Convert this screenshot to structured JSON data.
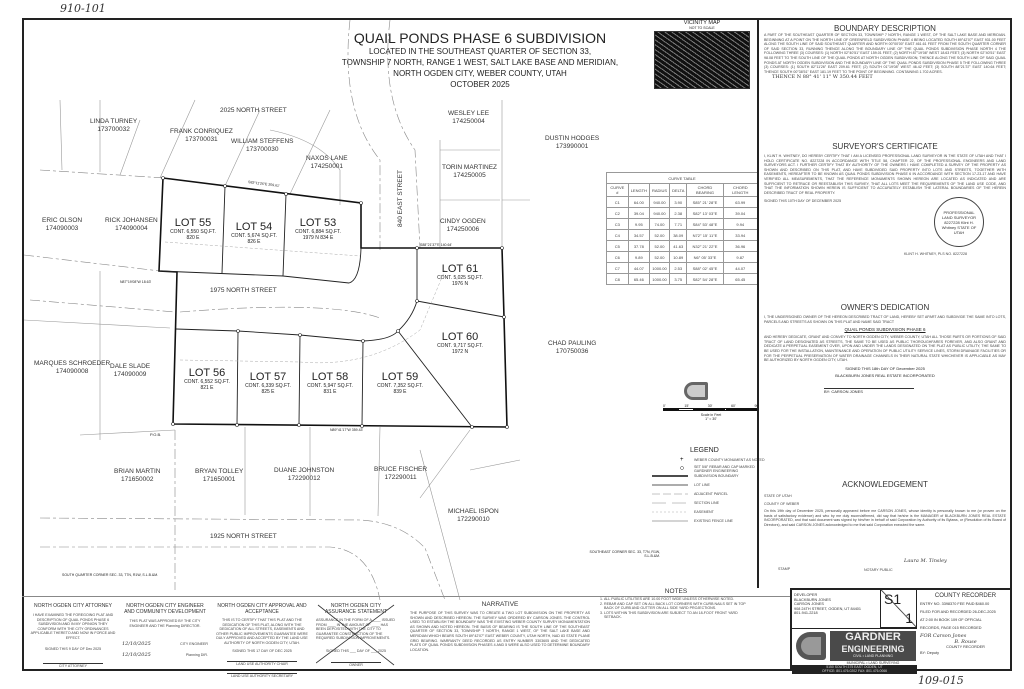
{
  "corner_note": "910-101",
  "sheet_note": "109-015",
  "title": {
    "main": "QUAIL PONDS PHASE 6 SUBDIVISION",
    "l1": "LOCATED IN THE SOUTHEAST QUARTER OF SECTION 33,",
    "l2": "TOWNSHIP 7 NORTH, RANGE 1 WEST, SALT LAKE BASE AND MERIDIAN,",
    "l3": "NORTH OGDEN CITY, WEBER COUNTY, UTAH",
    "date": "OCTOBER 2025"
  },
  "vicinity": {
    "title": "VICINITY MAP",
    "sub": "NOT TO SCALE"
  },
  "streets": {
    "s2025": "2025 NORTH STREET",
    "s1975": "1975 NORTH STREET",
    "s1925": "1925 NORTH STREET",
    "e840": "840 EAST STREET"
  },
  "neighbors": [
    {
      "name": "LINDA TURNEY",
      "id": "173700032"
    },
    {
      "name": "FRANK CONRIQUEZ",
      "id": "173700031"
    },
    {
      "name": "WILLIAM STEFFENS",
      "id": "173700030"
    },
    {
      "name": "NAXOS LANE",
      "id": "174250001"
    },
    {
      "name": "WESLEY LEE",
      "id": "174250004"
    },
    {
      "name": "DUSTIN HODGES",
      "id": "173990001"
    },
    {
      "name": "TORIN MARTINEZ",
      "id": "174250005"
    },
    {
      "name": "CINDY OGDEN",
      "id": "174250006"
    },
    {
      "name": "ERIC OLSON",
      "id": "174090003"
    },
    {
      "name": "RICK JOHANSEN",
      "id": "174090004"
    },
    {
      "name": "MARQUES SCHROEDER",
      "id": "174090008"
    },
    {
      "name": "DALE SLADE",
      "id": "174090009"
    },
    {
      "name": "CHAD PAULING",
      "id": "170750036"
    },
    {
      "name": "BRIAN MARTIN",
      "id": "171650002"
    },
    {
      "name": "BRYAN TOLLEY",
      "id": "171650001"
    },
    {
      "name": "DUANE JOHNSTON",
      "id": "172290012"
    },
    {
      "name": "BRUCE FISCHER",
      "id": "172290011"
    },
    {
      "name": "MICHAEL ISPON",
      "id": "172290010"
    }
  ],
  "lots": [
    {
      "label": "LOT 55",
      "area": "CONT. 6,550 SQ.FT.",
      "addr": "820 E"
    },
    {
      "label": "LOT 54",
      "area": "CONT. 5,674 SQ.FT.",
      "addr": "826 E"
    },
    {
      "label": "LOT 53",
      "area": "CONT. 6,884 SQ.FT.",
      "addr": "1979 N 834 E"
    },
    {
      "label": "LOT 61",
      "area": "CONT. 5,025 SQ.FT.",
      "addr": "1976 N"
    },
    {
      "label": "LOT 60",
      "area": "CONT. 9,717 SQ.FT.",
      "addr": "1972 N"
    },
    {
      "label": "LOT 56",
      "area": "CONT. 6,552 SQ.FT.",
      "addr": "821 E"
    },
    {
      "label": "LOT 57",
      "area": "CONT. 6,339 SQ.FT.",
      "addr": "825 E"
    },
    {
      "label": "LOT 58",
      "area": "CONT. 5,947 SQ.FT.",
      "addr": "831 E"
    },
    {
      "label": "LOT 59",
      "area": "CONT. 7,352 SQ.FT.",
      "addr": "839 E"
    }
  ],
  "bearings": {
    "top": "S82°11'26\"E 209.61'",
    "bottom": "N89°41'17\"W 359.43'",
    "cindy": "S88°21'37\"E 140.64'",
    "left": "N87°19'08\"W 18.63'",
    "pob": "P.O.B."
  },
  "corners": {
    "south_quarter": "SOUTH QUARTER CORNER SEC. 33, T7N, R1W, S.L.B.&M.",
    "southeast": "SOUTHEAST CORNER SEC. 33, T7N, R1W, S.L.B.&M."
  },
  "curve_table": {
    "title": "CURVE TABLE",
    "headers": [
      "CURVE #",
      "LENGTH",
      "RADIUS",
      "DELTA",
      "CHORD BEARING",
      "CHORD LENGTH"
    ],
    "rows": [
      [
        "C1",
        "64.00",
        "940.00",
        "3.90",
        "S85° 21' 28\"E",
        "63.99"
      ],
      [
        "C2",
        "39.04",
        "940.00",
        "2.38",
        "S82° 13' 03\"E",
        "39.04"
      ],
      [
        "C3",
        "9.95",
        "74.00",
        "7.71",
        "S84° 53' 48\"E",
        "9.94"
      ],
      [
        "C4",
        "34.57",
        "52.00",
        "38.09",
        "N72° 15' 11\"E",
        "33.94"
      ],
      [
        "C5",
        "37.78",
        "52.00",
        "41.63",
        "N32° 21' 22\"E",
        "36.96"
      ],
      [
        "C6",
        "9.89",
        "52.00",
        "10.89",
        "N6° 05' 33\"E",
        "9.87"
      ],
      [
        "C7",
        "44.07",
        "1000.00",
        "2.53",
        "S88° 02' 45\"E",
        "44.07"
      ],
      [
        "C8",
        "65.46",
        "1000.00",
        "3.75",
        "S82° 54' 28\"E",
        "65.45"
      ]
    ]
  },
  "scale": {
    "ticks": [
      "0'",
      "15'",
      "30'",
      "60'",
      "90'"
    ],
    "label": "Scale in Feet",
    "ratio": "1\" = 30'"
  },
  "legend": {
    "title": "LEGEND",
    "items": [
      "WEBER COUNTY MONUMENT AS NOTED",
      "SET 5/8\" REBAR AND CAP MARKED GARDNER ENGINEERING",
      "SUBDIVISION BOUNDARY",
      "LOT LINE",
      "ADJACENT PARCEL",
      "SECTION LINE",
      "EASEMENT",
      "EXISTING FENCE LINE"
    ]
  },
  "boundary": {
    "title": "BOUNDARY DESCRIPTION",
    "text": "A PART OF THE SOUTHEAST QUARTER OF SECTION 33, TOWNSHIP 7 NORTH, RANGE 1 WEST, OF THE SALT LAKE BASE AND MERIDIAN. BEGINNING AT A POINT ON THE NORTH LINE OF GREENFIELD SUBDIVISION PHASE 4 BEING LOCATED SOUTH 89°42'07\" EAST 931.00 FEET ALONG THE SOUTH LINE OF SAID SOUTHEAST QUARTER AND NORTH 00°00'00\" EAST 461.61 FEET FROM THE SOUTH QUARTER CORNER OF SAID SECTION 33, RUNNING THENCE ALONG THE BOUNDARY LINE OF THE QUAIL PONDS SUBDIVISION PHASE NORTH 4 THE FOLLOWING THREE (3) COURSES: (1) NORTH 02°40'51\" EAST 159.01 FEET; (2) NORTH 87°19'08\" WEST 18.63 FEET; (3) NORTH 02°40'51\" EAST 98.08 FEET TO THE SOUTH LINE OF THE QUAIL PONDS AT NORTH OGDEN SUBDIVISION; THENCE ALONG THE SOUTH LINE OF SAID QUAIL PONDS AT NORTH OGDEN SUBDIVISION AND THE BOUNDARY LINE OF THE QUAIL PONDS SUBDIVISION PHASE 5 THE FOLLOWING THREE (3) COURSES: (1) SOUTH 82°11'26\" EAST 209.61 FEET; (2) SOUTH 01°19'08\" WEST 46.42 FEET; (3) SOUTH 88°21'37\" EAST 140.64 FEET; THENCE SOUTH 00°38'51\" EAST 181.19 FEET TO THE POINT OF BEGINNING. CONTAINING 1.702 ACRES.",
    "handwritten": "THENCE N 88° 41' 11\" W 350.44 FEET"
  },
  "surveyor": {
    "title": "SURVEYOR'S CERTIFICATE",
    "text": "I, KLINT H. WHITNEY, DO HEREBY CERTIFY THAT I AM A LICENSED PROFESSIONAL LAND SURVEYOR IN THE STATE OF UTAH AND THAT I HOLD CERTIFICATE NO. 8227228 IN ACCORDANCE WITH TITLE 58, CHAPTER 22, OF THE PROFESSIONAL ENGINEERS AND LAND SURVEYORS ACT. I FURTHER CERTIFY THAT BY AUTHORITY OF THE OWNERS I HAVE COMPLETED A SURVEY OF THE PROPERTY AS SHOWN AND DESCRIBED ON THIS PLAT, AND HAVE SUBDIVIDED SAID PROPERTY INTO LOTS AND STREETS, TOGETHER WITH EASEMENTS, HEREAFTER TO BE KNOWN AS QUAIL PONDS SUBDIVISION PHASE 6 IN ACCORDANCE WITH SECTION 17-23-17 AND HAVE VERIFIED ALL MEASUREMENTS, THAT THE REFERENCE MONUMENTS SHOWN HEREON ARE LOCATED AS INDICATED AND ARE SUFFICIENT TO RETRACE OR REESTABLISH THIS SURVEY, THAT ALL LOTS MEET THE REQUIREMENTS OF THE LAND USE CODE, AND THAT THE INFORMATION SHOWN HEREIN IS SUFFICIENT TO ACCURATELY ESTABLISH THE LATERAL BOUNDARIES OF THE HEREIN DESCRIBED TRACT OF REAL PROPERTY.",
    "signed": "SIGNED THIS 10TH DAY OF DECEMBER 2025",
    "seal": "PROFESSIONAL LAND SURVEYOR 8227228 Klint H. Whitney STATE OF UTAH",
    "signer": "KLINT H. WHITNEY, PLS NO. 8227228"
  },
  "owner": {
    "title": "OWNER'S DEDICATION",
    "intro": "I, THE UNDERSIGNED OWNER OF THE HEREON DESCRIBED TRACT OF LAND, HEREBY SET APART AND SUBDIVIDE THE SAME INTO LOTS, PARCELS AND STREETS AS SHOWN ON THIS PLAT AND NAME SAID TRACT",
    "name": "QUAIL PONDS SUBDIVISION PHASE 6",
    "text": "AND HEREBY DEDICATE, GRANT AND CONVEY TO NORTH OGDEN CITY, WEBER COUNTY, UTAH ALL THOSE PARTS OR PORTIONS OF SAID TRACT OF LAND DESIGNATED AS STREETS, THE SAME TO BE USED AS PUBLIC THOROUGHFARES FOREVER, AND ALSO GRANT AND DEDICATE A PERPETUAL EASEMENT OVER, UPON AND UNDER THE LANDS DESIGNATED ON THE PLAT AS PUBLIC UTILITY, THE SAME TO BE USED FOR THE INSTALLATION, MAINTENANCE AND OPERATION OF PUBLIC UTILITY SERVICE LINES, STORM DRAINAGE FACILITIES OR FOR THE PERPETUAL PRESERVATION OF WATER DRAINAGE CHANNELS IN THEIR NATURAL STATE WHICHEVER IS APPLICABLE AS MAY BE AUTHORIZED BY NORTH OGDEN CITY, UTAH.",
    "signed": "SIGNED THIS 18th DAY OF December 2025",
    "company": "BLACKBURN JONES REAL ESTATE INCORPORATED",
    "by": "BY: CARSON JONES"
  },
  "ack": {
    "title": "ACKNOWLEDGEMENT",
    "state": "STATE OF UTAH",
    "county": "COUNTY OF WEBER",
    "text": "On this 19th day of December 2025, personally appeared before me CARSON JONES, whose identity is personally known to me (or proven on the basis of satisfactory evidence) and who by me duly sworn/affirmed, did say that he/she is the MANAGER of BLACKBURN JONES REAL ESTATE INCORPORATED, and that said document was signed by him/her in behalf of said Corporation by Authority of its Bylaws, or (Resolution of its Board of Directors), and said CARSON JONES acknowledged to me that said Corporation executed the same.",
    "stamp": "STAMP",
    "notary": "NOTARY PUBLIC",
    "notary_sig": "Laura M. Tinsley"
  },
  "developer": {
    "label": "DEVELOPER",
    "l1": "BLACKBURN JONES",
    "l2": "CARSON JONES",
    "l3": "908 24TH STREET, OGDEN, UT 84401",
    "l4": "801-941-2218"
  },
  "sheet": {
    "num": "S1",
    "of": "1"
  },
  "gardner": {
    "l1": "GARDNER",
    "l2": "ENGINEERING",
    "l3": "CIVIL • LAND PLANNING",
    "l4": "MUNICIPAL • LAND SURVEYING",
    "l5": "5150 SOUTH 375 EAST OGDEN, UT",
    "l6": "OFFICE: 801.476.0202 FAX: 801.476.0066"
  },
  "recorder": {
    "title": "COUNTY RECORDER",
    "entry": "ENTRY NO. 3398370 FEE PAID $460.00",
    "filed": "FILED FOR AND RECORDED 26-DEC-2025",
    "at": "AT 2:00 IN BOOK 109 OF OFFICIAL",
    "records": "RECORDS, PAGE 015 RECORDED",
    "for": "FOR Carson Jones",
    "sig": "B. Rouse",
    "cr": "COUNTY RECORDER",
    "by": "BY: Deputy"
  },
  "approvals": [
    {
      "title": "NORTH OGDEN CITY ATTORNEY",
      "text": "I HAVE EXAMINED THE FOREGOING PLAT AND DESCRIPTION OF QUAIL PONDS PHASE 6 SUBDIVISION AND IN MY OPINION THEY CONFORM WITH THE CITY ORDINANCES APPLICABLE THERETO AND NOW IN FORCE AND EFFECT.",
      "signed": "SIGNED THIS 9 DAY OF Dec 2025",
      "sig_label": "CITY ATTORNEY"
    },
    {
      "title": "NORTH OGDEN CITY ENGINEER AND COMMUNITY DEVELOPMENT",
      "text": "THIS PLAT WAS APPROVED BY THE CITY ENGINEER AND THE Planning DIRECTOR.",
      "signed": "12/10/2025",
      "sig_label": "CITY ENGINEER",
      "date2": "12/10/2025",
      "sig_label2": "Planning DIR."
    },
    {
      "title": "NORTH OGDEN CITY APPROVAL AND ACCEPTANCE",
      "text": "THIS IS TO CERTIFY THAT THIS PLAT AND THE DEDICATION OF THIS PLAT, ALONG WITH THE DEDICATION OF ALL STREETS, EASEMENTS AND OTHER PUBLIC IMPROVEMENTS GUARANTEE WERE DULY APPROVED AND ACCEPTED BY THE LAND USE AUTHORITY OF NORTH OGDEN CITY, UTAH.",
      "signed": "SIGNED THIS 17 DAY OF DEC 2025",
      "sig_label": "LAND USE AUTHORITY CHAIR",
      "attest": "LAND USE AUTHORITY SECRETARY"
    },
    {
      "title": "NORTH OGDEN CITY ASSURANCE STATEMENT",
      "text": "ASSURANCE IN THE FORM OF A ____ ISSUED FROM ____ IN THE AMOUNT OF ____ HAS BEEN DEPOSITED WITH THE CITY TO GUARANTEE CONSTRUCTION OF THE REQUIRED SUBDIVISION IMPROVEMENTS.",
      "signed": "SIGNED THIS ___ DAY OF ___ 2025",
      "sig_label": "OWNER"
    }
  ],
  "narrative": {
    "title": "NARRATIVE",
    "text": "THE PURPOSE OF THIS SURVEY WAS TO CREATE A TWO LOT SUBDIVISION ON THE PROPERTY AS SHOWN AND DESCRIBED HEREON. THE SURVEY WAS ORDERED BY CARSON JONES. THE CONTROL USED TO ESTABLISH THE BOUNDARY WAS THE EXISTING WEBER COUNTY SURVEY MONUMENTATION AS SHOWN AND NOTED HEREON. THE BASIS OF BEARING IS THE SOUTH LINE OF THE SOUTHEAST QUARTER OF SECTION 33, TOWNSHIP 7 NORTH, RANGE 1 WEST, OF THE SALT LAKE BASE AND MERIDIAN WHICH BEARS SOUTH 89°42'07\" EAST WEBER COUNTY, UTAH NORTH, NAD 83 STATE PLANE GRID BEARING. WARRANTY DEED RECORDED AS ENTRY NUMBER 3303605 AND THE DEDICATED PLATS OF QUAIL PONDS SUBDIVISION PHASES 4 AND 5 WERE ALSO USED TO DETERMINE BOUNDARY LOCATION."
  },
  "notes": {
    "title": "NOTES",
    "items": [
      "ALL PUBLIC UTILITIES ARE 10.00 FOOT WIDE UNLESS OTHERWISE NOTED.",
      "REBAR AND CAP SET ON ALL BACK LOT CORNERS WITH CURB NAILS SET IN TOP BACK OF CURB AND GUTTER ON ALL SIDE YARD PROJECTIONS.",
      "LOTS WITHIN THIS SUBDIVISION ARE SUBJECT TO AN 18-FOOT FRONT YARD SETBACK."
    ]
  }
}
